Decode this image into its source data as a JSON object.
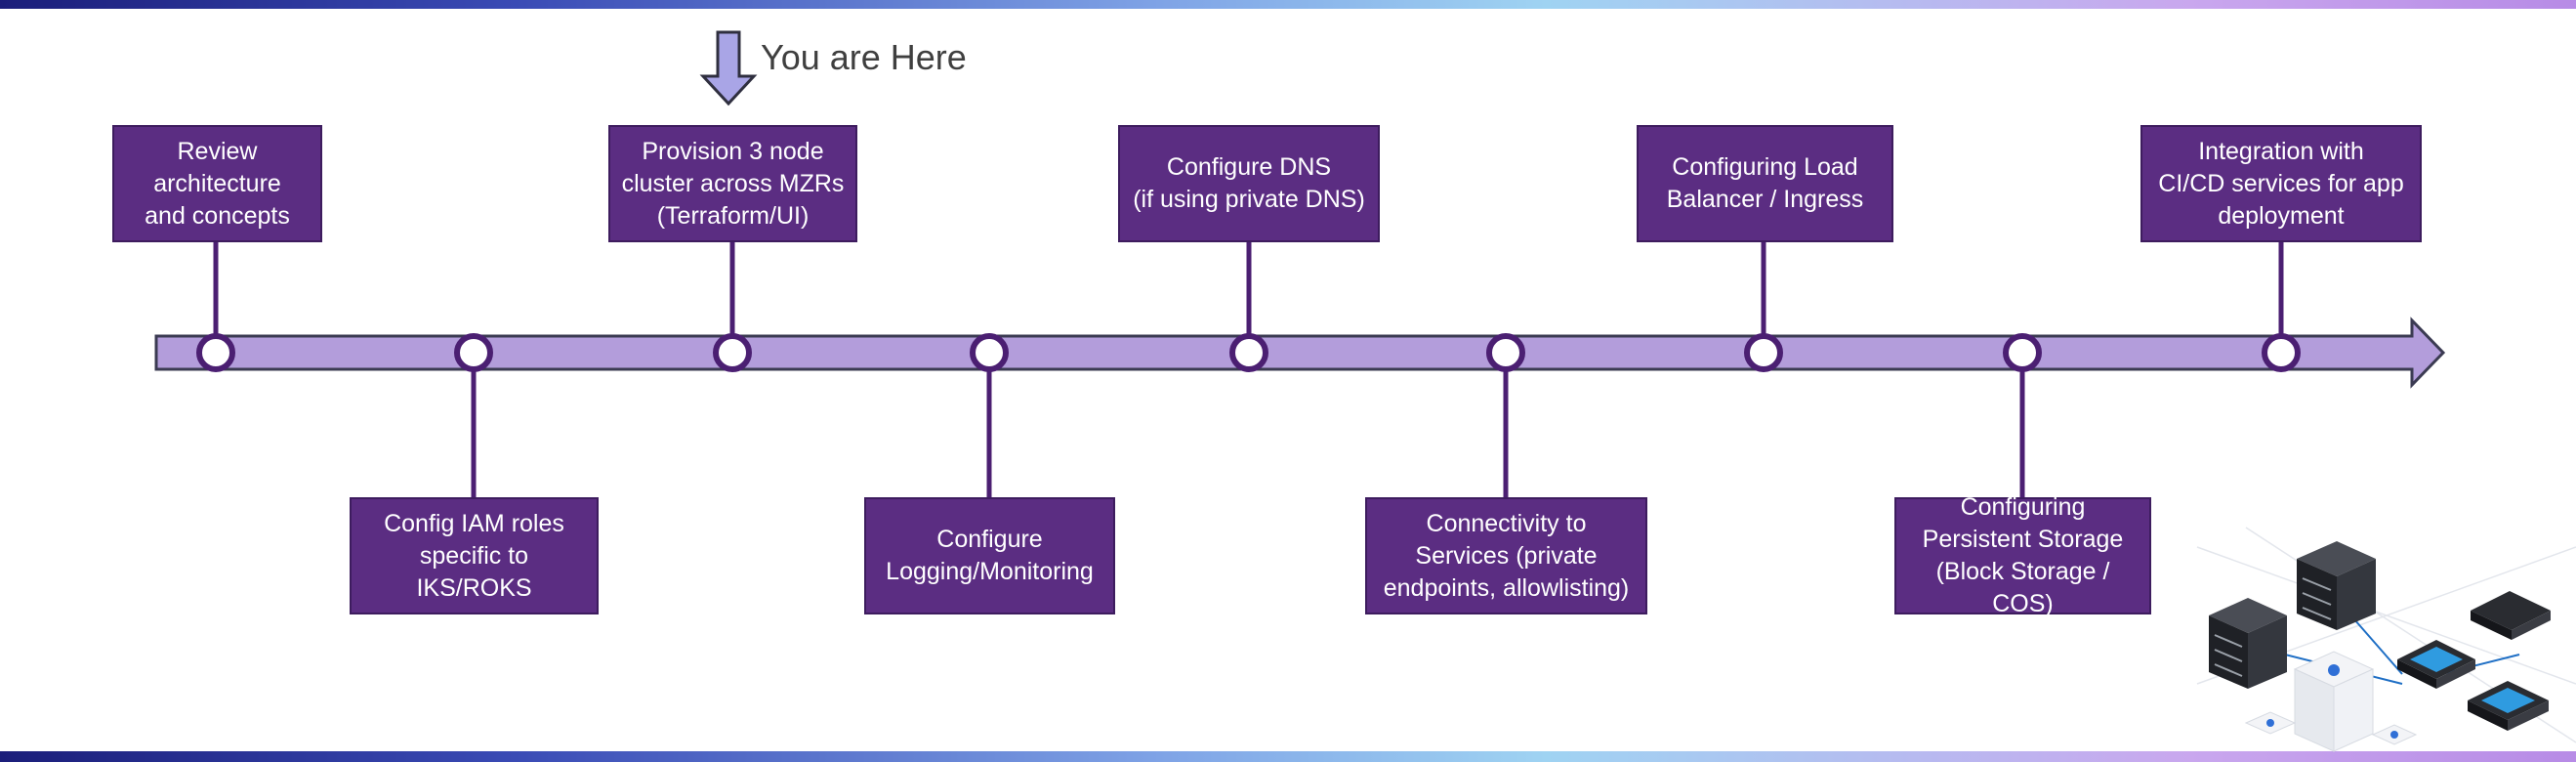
{
  "indicator": {
    "label": "You are Here"
  },
  "steps": {
    "s1": "Review\narchitecture\nand concepts",
    "s2": "Config IAM roles\nspecific to IKS/ROKS",
    "s3": "Provision 3 node\ncluster across MZRs\n(Terraform/UI)",
    "s4": "Configure\nLogging/Monitoring",
    "s5": "Configure DNS\n(if using private DNS)",
    "s6": "Connectivity to\nServices (private\nendpoints, allowlisting)",
    "s7": "Configuring Load\nBalancer / Ingress",
    "s8": "Configuring\nPersistent Storage\n(Block Storage / COS)",
    "s9": "Integration with\nCI/CD services for app\ndeployment"
  },
  "colors": {
    "box": "#5b2d82",
    "arrow": "#b39ddb",
    "line": "#4b1f72",
    "indicator": "#a9a5e6"
  },
  "decoration": {
    "icon": "cloud-servers-icon"
  }
}
